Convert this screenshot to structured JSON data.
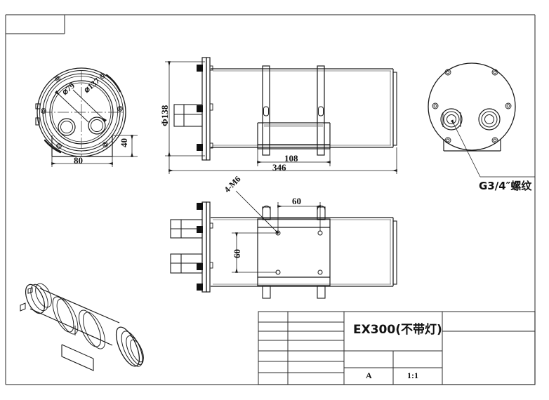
{
  "drawing": {
    "title": "EX300(不带灯)",
    "sheet_code": "A",
    "scale": "1:1",
    "units": "mm"
  },
  "annotations": {
    "thread_note": "G3/4″螺纹",
    "bolt_note": "4-M6"
  },
  "dimensions": {
    "front_view": {
      "inner_bore_dia": "⌀79",
      "bolt_circle_dia": "⌀137",
      "base_width": "80",
      "base_height": "40"
    },
    "side_view": {
      "flange_dia": "Φ138",
      "bracket_width": "108",
      "overall_length": "346"
    },
    "plan_view": {
      "hole_pitch_x": "60",
      "hole_pitch_y": "60"
    }
  },
  "title_block": {
    "name_label": "EX300(不带灯)",
    "sheet_label": "A",
    "scale_label": "1:1"
  },
  "views": {
    "front": "front-circular-view",
    "side": "side-elevation-view",
    "rear": "rear-circular-view",
    "plan": "plan-top-view",
    "iso": "isometric-3d-view"
  },
  "colors": {
    "line": "#1a1a1a",
    "thin": "#555555",
    "border": "#444444"
  }
}
